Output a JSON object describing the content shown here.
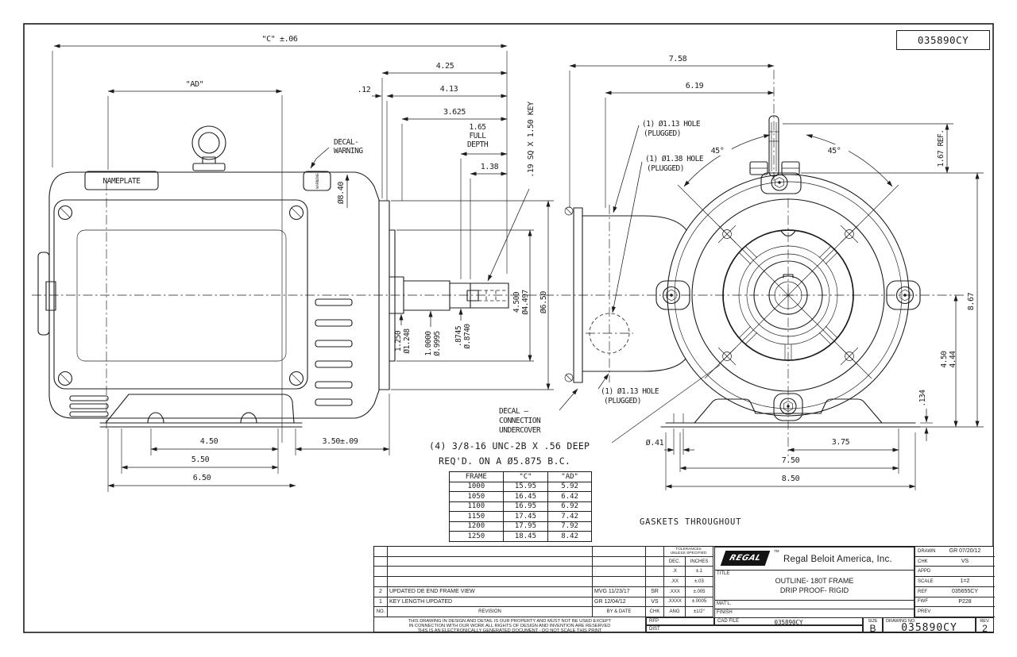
{
  "doc": {
    "id_box": "035890CY"
  },
  "side_view": {
    "c_dim": "\"C\" ±.06",
    "ad_dim": "\"AD\"",
    "nameplate": "NAMEPLATE",
    "decal_warning_1": "DECAL-",
    "decal_warning_2": "WARNING",
    "decal_warning_small": "WARNING",
    "dia_body": "Ø8.40",
    "d_425": "4.25",
    "d_12": ".12",
    "d_413": "4.13",
    "d_3625": "3.625",
    "d_165": "1.65",
    "full": "FULL",
    "depth": "DEPTH",
    "d_138": "1.38",
    "key_note": ".19 SQ X 1.50 KEY",
    "dia_flange_1": "4.500",
    "dia_flange_2": "Ø4.497",
    "dia_650": "Ø6.50",
    "dia_1250_1": "1.250",
    "dia_1250_2": "Ø1.248",
    "dia_100_1": "1.0000",
    "dia_100_2": "Ø.9995",
    "dia_87_1": ".8745",
    "dia_87_2": "Ø.8740",
    "d_450": "4.50",
    "d_550": "5.50",
    "d_650": "6.50",
    "d_350": "3.50±.09"
  },
  "end_view": {
    "d_758": "7.58",
    "d_619": "6.19",
    "ang_left": "45°",
    "ang_right": "45°",
    "ref_167": "1.67 REF.",
    "d_867": "8.67",
    "d_450a": "4.50",
    "d_450b": "4.44",
    "d_134": ".134",
    "dia_41": "Ø.41",
    "d_375": "3.75",
    "d_750": "7.50",
    "d_850": "8.50",
    "hole113_top_1": "(1) Ø1.13 HOLE",
    "hole113_top_2": "(PLUGGED)",
    "hole138_1": "(1) Ø1.38 HOLE",
    "hole138_2": "(PLUGGED)",
    "hole113_bot_1": "(1) Ø1.13 HOLE",
    "hole113_bot_2": "(PLUGGED)",
    "decal_conn_1": "DECAL —",
    "decal_conn_2": "CONNECTION",
    "decal_conn_3": "UNDERCOVER"
  },
  "notes": {
    "bolt_1": "(4) 3/8-16 UNC-2B X .56 DEEP",
    "bolt_2": "REQ'D. ON A Ø5.875 B.C.",
    "gaskets": "GASKETS THROUGHOUT"
  },
  "frame_table": {
    "headers": [
      "FRAME",
      "\"C\"",
      "\"AD\""
    ],
    "rows": [
      [
        "1000",
        "15.95",
        "5.92"
      ],
      [
        "1050",
        "16.45",
        "6.42"
      ],
      [
        "1100",
        "16.95",
        "6.92"
      ],
      [
        "1150",
        "17.45",
        "7.42"
      ],
      [
        "1200",
        "17.95",
        "7.92"
      ],
      [
        "1250",
        "18.45",
        "8.42"
      ]
    ]
  },
  "title_block": {
    "tol_header_1": "TOLERANCES",
    "tol_header_2": "UNLESS SPECIFIED",
    "tol_col_1": "DEC.",
    "tol_col_2": "INCHES",
    "tol_rows": [
      [
        ".X",
        "±.1"
      ],
      [
        ".XX",
        "±.03"
      ],
      [
        ".XXX",
        "±.005"
      ],
      [
        ".XXXX",
        "±.0005"
      ],
      [
        "ANG",
        "±1/2°"
      ]
    ],
    "rev_no_label": "NO.",
    "rev_label": "REVISION",
    "rev_by_label": "BY & DATE",
    "rev_chk_label": "CHK",
    "revisions": [
      {
        "no": "2",
        "desc": "UPDATED DE END FRAME VIEW",
        "by": "MVG  11/23/17",
        "chk": "SR"
      },
      {
        "no": "1",
        "desc": "KEY LENGTH UPDATED",
        "by": "GR  12/04/12",
        "chk": "VS"
      }
    ],
    "note_1": "THIS DRAWING IN DESIGN AND DETAIL IS OUR PROPERTY AND MUST NOT BE USED EXCEPT",
    "note_2": "IN CONNECTION WITH OUR WORK ALL RIGHTS OF DESIGN AND INVENTION ARE RESERVED",
    "note_3": "THIS IS AN ELECTRONICALLY GENERATED DOCUMENT - DO NOT SCALE THIS PRINT",
    "logo_text": "REGAL",
    "logo_tm": "TM",
    "company": "Regal Beloit America, Inc.",
    "title_label": "TITLE",
    "title_1": "OUTLINE- 180T FRAME",
    "title_2": "DRIP PROOF- RIGID",
    "matl_label": "MAT'L.",
    "finish_label": "FINISH",
    "rfp_label": "RFP",
    "dist_label": "DIST",
    "cad_label": "CAD FILE",
    "cad_value": "035890CY",
    "size_label": "SIZE",
    "size_value": "B",
    "dwg_label": "DRAWING NO.",
    "dwg_value": "035890CY",
    "rev2_label": "REV.",
    "rev2_value": "2",
    "drawn_label": "DRAWN",
    "drawn_value": "GR 07/20/12",
    "chk_label": "CHK",
    "chk_value": "VS",
    "appd_label": "APPD",
    "scale_label": "SCALE",
    "scale_value": "1=2",
    "ref_label": "REF",
    "ref_value": "035655CY",
    "fwf_label": "FWF",
    "fwf_value": "P228",
    "prev_label": "PREV"
  }
}
